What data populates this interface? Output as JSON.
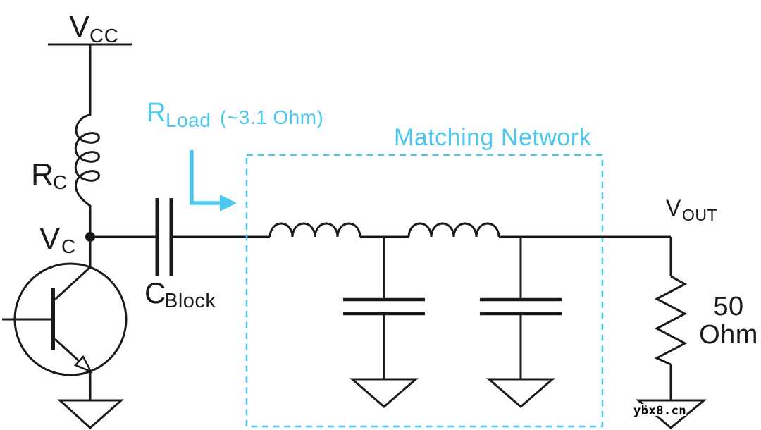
{
  "colors": {
    "accent_cyan": "#4cc7f0",
    "stroke_black": "#1a1a1a",
    "background": "#ffffff"
  },
  "supply": {
    "label": "V",
    "sub": "CC"
  },
  "choke": {
    "label": "R",
    "sub": "C"
  },
  "collector_node": {
    "label": "V",
    "sub": "C"
  },
  "blocking_cap": {
    "label": "C",
    "sub": "Block"
  },
  "load_annotation": {
    "label": "R",
    "sub": "Load",
    "value_note": "(~3.1 Ohm)"
  },
  "matching_network": {
    "title": "Matching Network"
  },
  "output": {
    "label": "V",
    "sub": "OUT"
  },
  "termination": {
    "value_line1": "50",
    "value_line2": "Ohm"
  },
  "watermark": "ybx8.cn"
}
